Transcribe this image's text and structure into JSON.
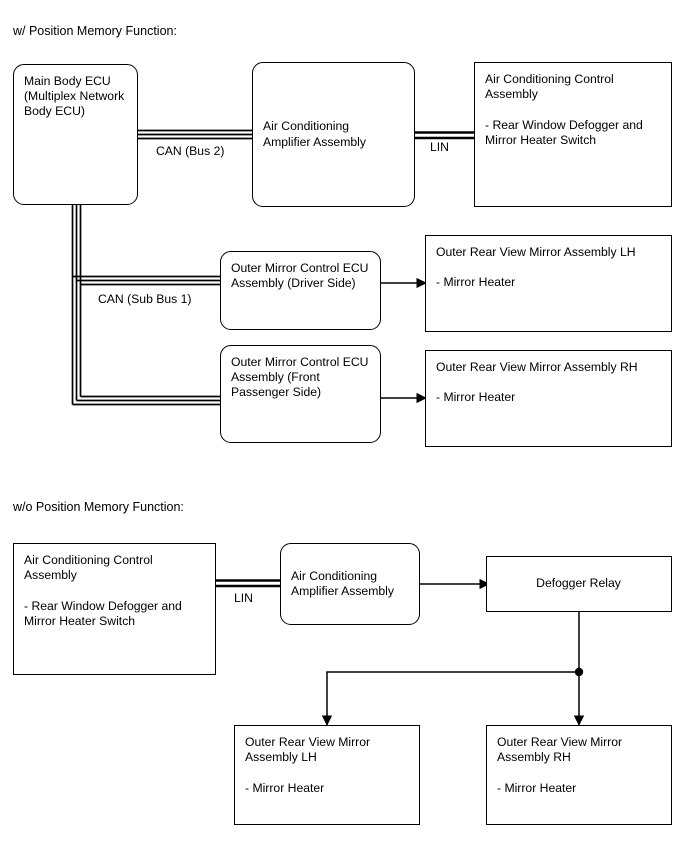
{
  "diagram": {
    "type": "block-diagram",
    "title_top": "w/ Position Memory Function:",
    "title_bottom": "w/o Position Memory Function:"
  },
  "top_diagram": {
    "nodes": {
      "main_body_ecu": {
        "line1": "Main Body ECU",
        "line2": "(Multiplex Network",
        "line3": "Body ECU)"
      },
      "ac_amplifier": {
        "line1": "Air Conditioning",
        "line2": "Amplifier Assembly"
      },
      "ac_control": {
        "line1": "Air Conditioning Control",
        "line2": "Assembly",
        "detail1": "- Rear Window Defogger and",
        "detail2": "Mirror Heater Switch"
      },
      "mirror_ecu_driver": {
        "line1": "Outer Mirror Control ECU",
        "line2": "Assembly (Driver Side)"
      },
      "mirror_ecu_passenger": {
        "line1": "Outer Mirror Control ECU",
        "line2": "Assembly (Front",
        "line3": "Passenger Side)"
      },
      "mirror_lh": {
        "line1": "Outer Rear View Mirror Assembly LH",
        "detail1": "- Mirror Heater"
      },
      "mirror_rh": {
        "line1": "Outer Rear View Mirror Assembly RH",
        "detail1": "- Mirror Heater"
      }
    },
    "bus_labels": {
      "can_bus2": "CAN (Bus 2)",
      "lin": "LIN",
      "can_sub_bus1": "CAN (Sub Bus 1)"
    }
  },
  "bottom_diagram": {
    "nodes": {
      "ac_control": {
        "line1": "Air Conditioning Control",
        "line2": "Assembly",
        "detail1": "- Rear Window Defogger and",
        "detail2": "Mirror Heater Switch"
      },
      "ac_amplifier": {
        "line1": "Air Conditioning",
        "line2": "Amplifier Assembly"
      },
      "defogger_relay": {
        "line1": "Defogger Relay"
      },
      "mirror_lh": {
        "line1": "Outer Rear View Mirror",
        "line2": "Assembly LH",
        "detail1": "- Mirror Heater"
      },
      "mirror_rh": {
        "line1": "Outer Rear View Mirror",
        "line2": "Assembly RH",
        "detail1": "- Mirror Heater"
      }
    },
    "bus_labels": {
      "lin": "LIN"
    }
  },
  "colors": {
    "line": "#000000",
    "background": "#ffffff",
    "text": "#000000"
  }
}
